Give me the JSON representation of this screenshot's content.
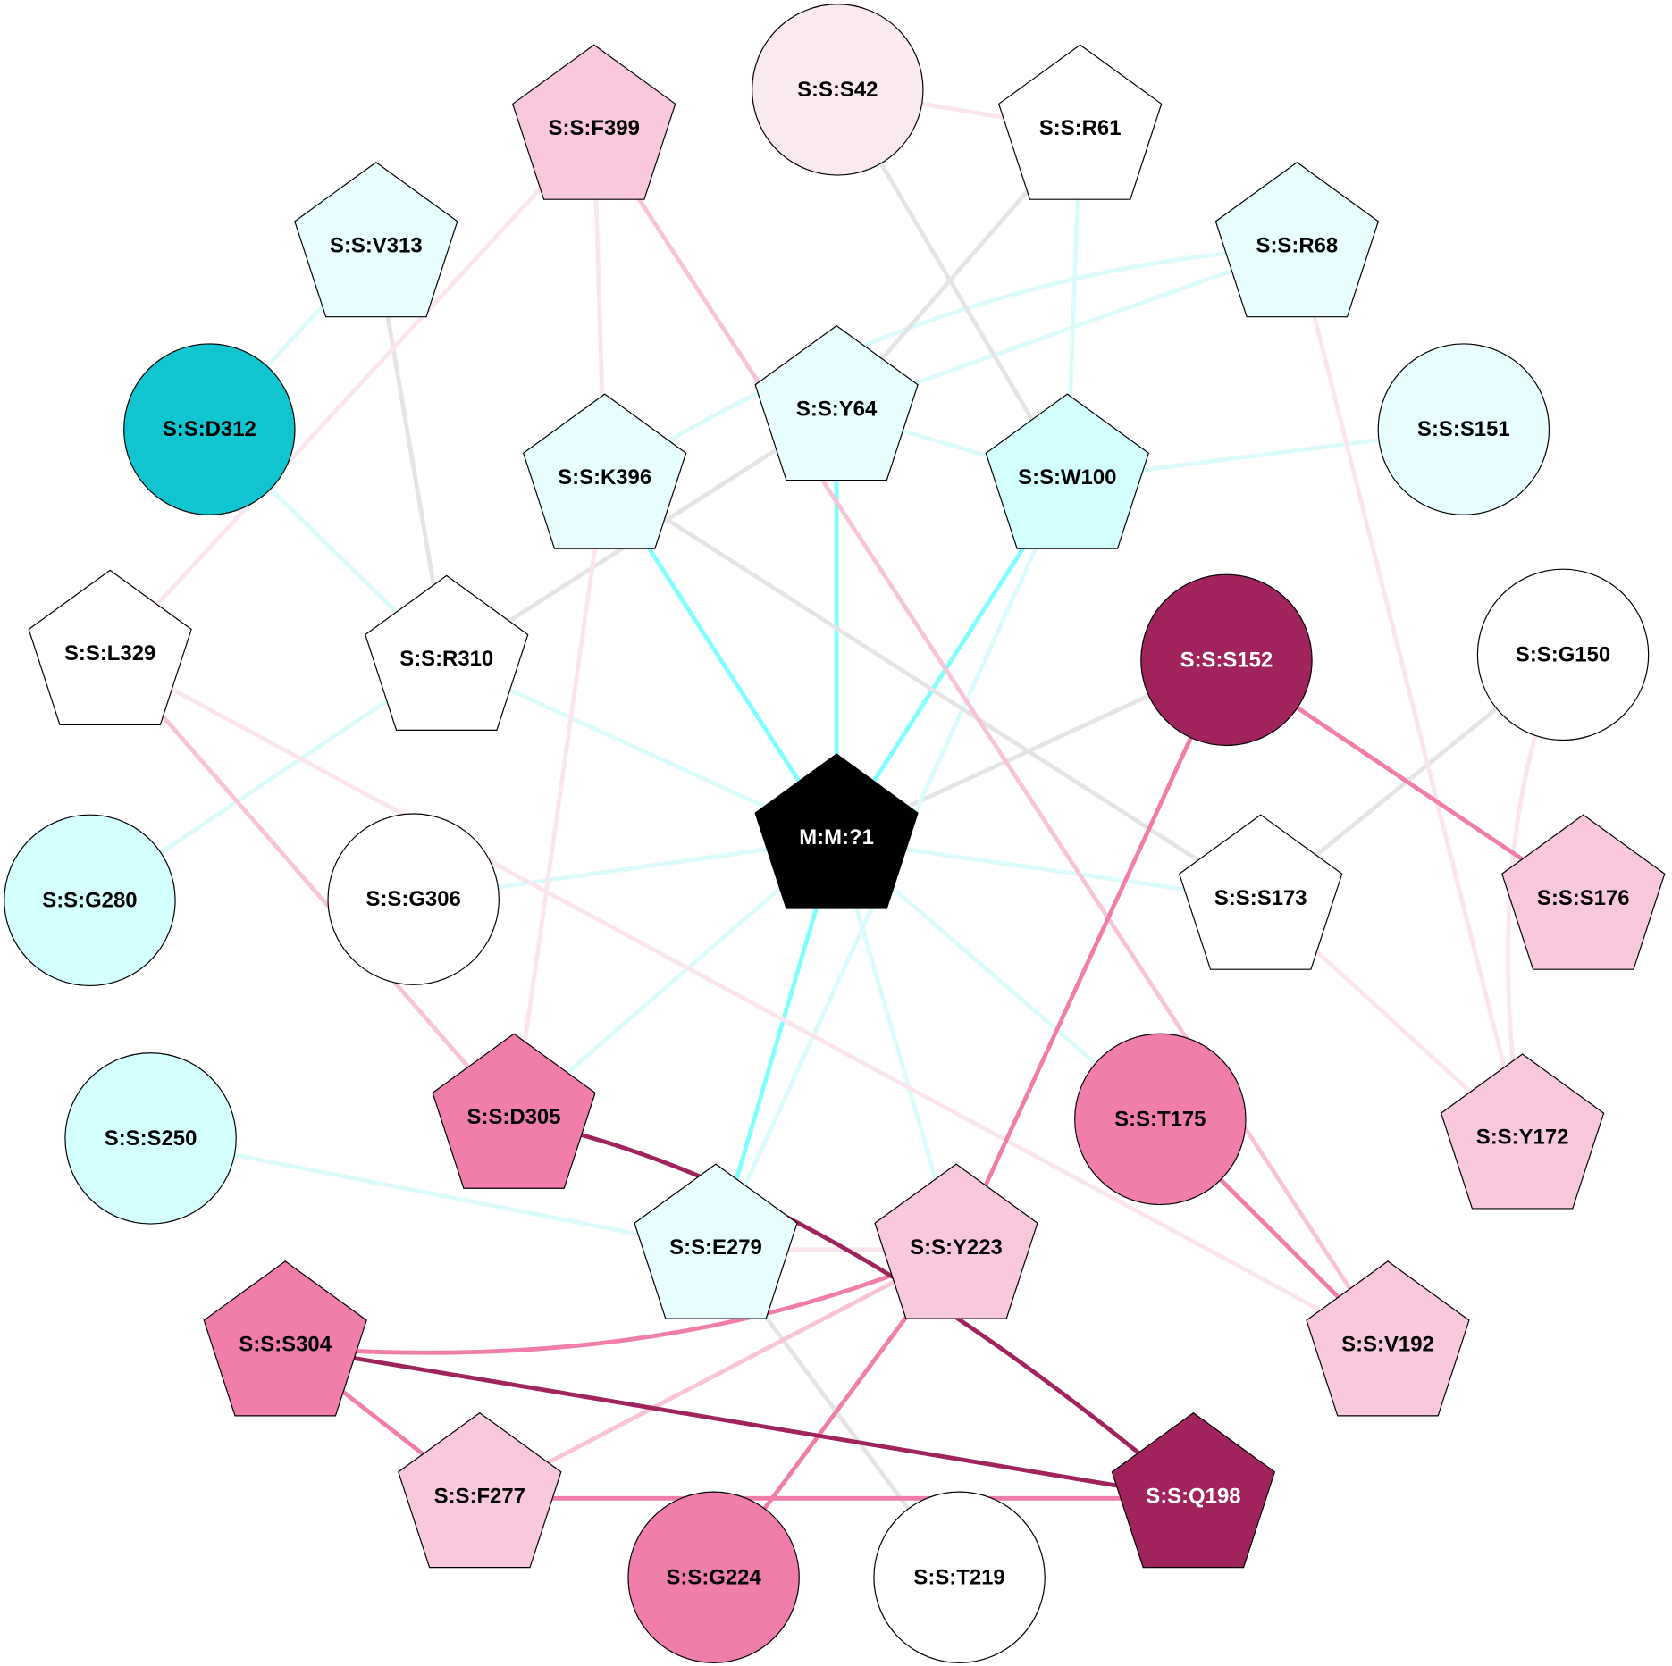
{
  "colors": {
    "cyan_strong": "#80ffff",
    "cyan_light": "#dcfcfc",
    "grey": "#e5e5e5",
    "pink_light": "#fbe6ef",
    "pink": "#f9c4da",
    "pink_mid": "#f07daa",
    "dark": "#a0235e"
  },
  "nodes": [
    {
      "id": "M1",
      "label": "M:M:?1",
      "shape": "pentagon",
      "fill": "#000000",
      "text": "#ffffff"
    },
    {
      "id": "F399",
      "label": "S:S:F399",
      "shape": "pentagon",
      "fill": "#f9c8dc",
      "text": "#000000"
    },
    {
      "id": "S42",
      "label": "S:S:S42",
      "shape": "circle",
      "fill": "#fbe9f1",
      "text": "#000000"
    },
    {
      "id": "R61",
      "label": "S:S:R61",
      "shape": "pentagon",
      "fill": "#ffffff",
      "text": "#000000"
    },
    {
      "id": "V313",
      "label": "S:S:V313",
      "shape": "pentagon",
      "fill": "#e8fdfd",
      "text": "#000000"
    },
    {
      "id": "R68",
      "label": "S:S:R68",
      "shape": "pentagon",
      "fill": "#e8fdfd",
      "text": "#000000"
    },
    {
      "id": "D312",
      "label": "S:S:D312",
      "shape": "circle",
      "fill": "#10c4d0",
      "text": "#000000"
    },
    {
      "id": "Y64",
      "label": "S:S:Y64",
      "shape": "pentagon",
      "fill": "#e8fdfd",
      "text": "#000000"
    },
    {
      "id": "K396",
      "label": "S:S:K396",
      "shape": "pentagon",
      "fill": "#e8fdfd",
      "text": "#000000"
    },
    {
      "id": "W100",
      "label": "S:S:W100",
      "shape": "pentagon",
      "fill": "#d4ffff",
      "text": "#000000"
    },
    {
      "id": "S151",
      "label": "S:S:S151",
      "shape": "circle",
      "fill": "#e8fdfd",
      "text": "#000000"
    },
    {
      "id": "L329",
      "label": "S:S:L329",
      "shape": "pentagon",
      "fill": "#ffffff",
      "text": "#000000"
    },
    {
      "id": "R310",
      "label": "S:S:R310",
      "shape": "pentagon",
      "fill": "#ffffff",
      "text": "#000000"
    },
    {
      "id": "S152",
      "label": "S:S:S152",
      "shape": "circle",
      "fill": "#a0235e",
      "text": "#ffffff"
    },
    {
      "id": "G150",
      "label": "S:S:G150",
      "shape": "circle",
      "fill": "#ffffff",
      "text": "#000000"
    },
    {
      "id": "G280",
      "label": "S:S:G280",
      "shape": "circle",
      "fill": "#d4ffff",
      "text": "#000000"
    },
    {
      "id": "G306",
      "label": "S:S:G306",
      "shape": "circle",
      "fill": "#ffffff",
      "text": "#000000"
    },
    {
      "id": "S173",
      "label": "S:S:S173",
      "shape": "pentagon",
      "fill": "#ffffff",
      "text": "#000000"
    },
    {
      "id": "S176",
      "label": "S:S:S176",
      "shape": "pentagon",
      "fill": "#f9c8dc",
      "text": "#000000"
    },
    {
      "id": "S250",
      "label": "S:S:S250",
      "shape": "circle",
      "fill": "#d4ffff",
      "text": "#000000"
    },
    {
      "id": "D305",
      "label": "S:S:D305",
      "shape": "pentagon",
      "fill": "#f07daa",
      "text": "#000000"
    },
    {
      "id": "T175",
      "label": "S:S:T175",
      "shape": "circle",
      "fill": "#f07daa",
      "text": "#000000"
    },
    {
      "id": "Y172",
      "label": "S:S:Y172",
      "shape": "pentagon",
      "fill": "#f9c8dc",
      "text": "#000000"
    },
    {
      "id": "E279",
      "label": "S:S:E279",
      "shape": "pentagon",
      "fill": "#e8fdfd",
      "text": "#000000"
    },
    {
      "id": "Y223",
      "label": "S:S:Y223",
      "shape": "pentagon",
      "fill": "#f9c8dc",
      "text": "#000000"
    },
    {
      "id": "S304",
      "label": "S:S:S304",
      "shape": "pentagon",
      "fill": "#f07daa",
      "text": "#000000"
    },
    {
      "id": "V192",
      "label": "S:S:V192",
      "shape": "pentagon",
      "fill": "#f9c8dc",
      "text": "#000000"
    },
    {
      "id": "F277",
      "label": "S:S:F277",
      "shape": "pentagon",
      "fill": "#f9c8dc",
      "text": "#000000"
    },
    {
      "id": "Q198",
      "label": "S:S:Q198",
      "shape": "pentagon",
      "fill": "#a0235e",
      "text": "#ffffff"
    },
    {
      "id": "G224",
      "label": "S:S:G224",
      "shape": "circle",
      "fill": "#f07daa",
      "text": "#000000"
    },
    {
      "id": "T219",
      "label": "S:S:T219",
      "shape": "circle",
      "fill": "#ffffff",
      "text": "#000000"
    }
  ],
  "edges": [
    {
      "from": "M1",
      "to": "Y64",
      "color": "cyan_strong"
    },
    {
      "from": "M1",
      "to": "K396",
      "color": "cyan_strong"
    },
    {
      "from": "M1",
      "to": "W100",
      "color": "cyan_strong"
    },
    {
      "from": "M1",
      "to": "E279",
      "color": "cyan_strong"
    },
    {
      "from": "M1",
      "to": "R310",
      "color": "cyan_light"
    },
    {
      "from": "M1",
      "to": "G306",
      "color": "cyan_light"
    },
    {
      "from": "M1",
      "to": "S173",
      "color": "cyan_light"
    },
    {
      "from": "M1",
      "to": "D305",
      "color": "cyan_light"
    },
    {
      "from": "M1",
      "to": "T175",
      "color": "cyan_light"
    },
    {
      "from": "M1",
      "to": "Y223",
      "color": "cyan_light"
    },
    {
      "from": "M1",
      "to": "S152",
      "color": "grey"
    },
    {
      "from": "D312",
      "to": "V313",
      "color": "cyan_light"
    },
    {
      "from": "D312",
      "to": "R310",
      "color": "cyan_light"
    },
    {
      "from": "R310",
      "to": "G280",
      "color": "cyan_light"
    },
    {
      "from": "W100",
      "to": "E279",
      "color": "cyan_light"
    },
    {
      "from": "W100",
      "to": "Y64",
      "color": "cyan_light"
    },
    {
      "from": "W100",
      "to": "S151",
      "color": "cyan_light"
    },
    {
      "from": "R61",
      "to": "W100",
      "color": "cyan_light"
    },
    {
      "from": "R68",
      "to": "Y64",
      "color": "cyan_light"
    },
    {
      "from": "R68",
      "to": "K396",
      "color": "cyan_light",
      "curve": true
    },
    {
      "from": "S250",
      "to": "E279",
      "color": "cyan_light"
    },
    {
      "from": "S42",
      "to": "W100",
      "color": "grey"
    },
    {
      "from": "R61",
      "to": "Y64",
      "color": "grey"
    },
    {
      "from": "Y64",
      "to": "R310",
      "color": "grey"
    },
    {
      "from": "V313",
      "to": "R310",
      "color": "grey"
    },
    {
      "from": "K396",
      "to": "S173",
      "color": "grey"
    },
    {
      "from": "G150",
      "to": "S173",
      "color": "grey"
    },
    {
      "from": "E279",
      "to": "T219",
      "color": "grey"
    },
    {
      "from": "S42",
      "to": "R61",
      "color": "pink_light"
    },
    {
      "from": "F399",
      "to": "K396",
      "color": "pink_light"
    },
    {
      "from": "F399",
      "to": "L329",
      "color": "pink_light"
    },
    {
      "from": "K396",
      "to": "D305",
      "color": "pink_light"
    },
    {
      "from": "L329",
      "to": "V192",
      "color": "pink_light"
    },
    {
      "from": "R68",
      "to": "Y172",
      "color": "pink_light"
    },
    {
      "from": "S173",
      "to": "Y172",
      "color": "pink_light"
    },
    {
      "from": "G150",
      "to": "Y172",
      "color": "pink_light",
      "curve": true
    },
    {
      "from": "E279",
      "to": "Y223",
      "color": "pink_light"
    },
    {
      "from": "F399",
      "to": "V192",
      "color": "pink"
    },
    {
      "from": "L329",
      "to": "D305",
      "color": "pink"
    },
    {
      "from": "Y223",
      "to": "F277",
      "color": "pink"
    },
    {
      "from": "S152",
      "to": "S176",
      "color": "pink_mid"
    },
    {
      "from": "S152",
      "to": "Y223",
      "color": "pink_mid"
    },
    {
      "from": "T175",
      "to": "V192",
      "color": "pink_mid"
    },
    {
      "from": "S304",
      "to": "F277",
      "color": "pink_mid"
    },
    {
      "from": "S304",
      "to": "Y223",
      "color": "pink_mid",
      "curve": true
    },
    {
      "from": "F277",
      "to": "Q198",
      "color": "pink_mid"
    },
    {
      "from": "Y223",
      "to": "G224",
      "color": "pink_mid"
    },
    {
      "from": "D305",
      "to": "Q198",
      "color": "dark",
      "curve": true
    },
    {
      "from": "S304",
      "to": "Q198",
      "color": "dark"
    }
  ]
}
